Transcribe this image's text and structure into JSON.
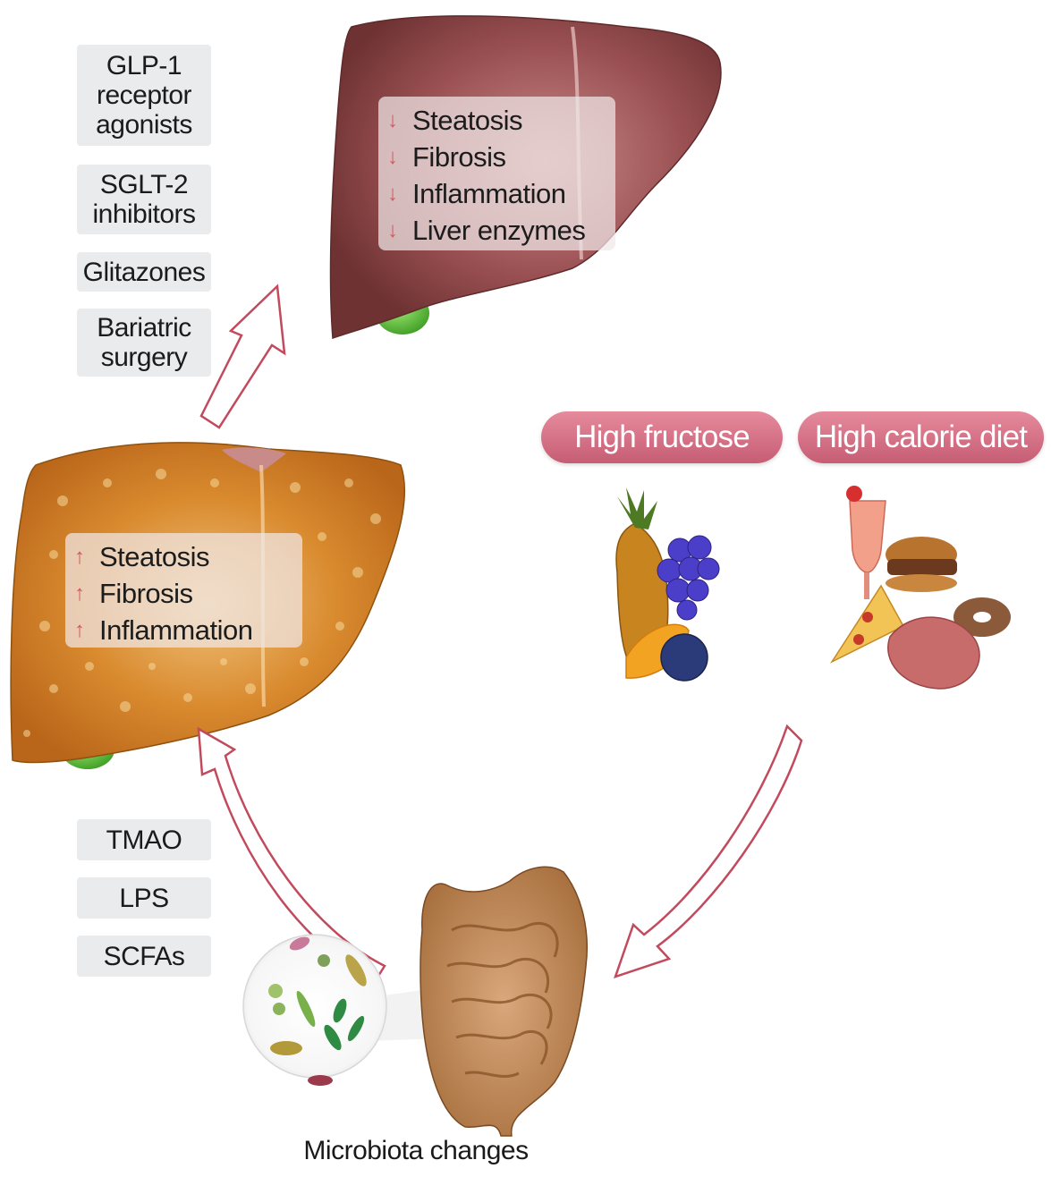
{
  "treatments": [
    {
      "lines": [
        "GLP-1",
        "receptor",
        "agonists"
      ]
    },
    {
      "lines": [
        "SGLT-2",
        "inhibitors"
      ]
    },
    {
      "lines": [
        "Glitazones"
      ]
    },
    {
      "lines": [
        "Bariatric",
        "surgery"
      ]
    }
  ],
  "metabolites": [
    "TMAO",
    "LPS",
    "SCFAs"
  ],
  "healthy_liver_effects": [
    "Steatosis",
    "Fibrosis",
    "Inflammation",
    "Liver enzymes"
  ],
  "fatty_liver_effects": [
    "Steatosis",
    "Fibrosis",
    "Inflammation"
  ],
  "diets": {
    "fructose_label": "High fructose",
    "calorie_label": "High calorie diet"
  },
  "gut_caption": "Microbiota changes",
  "colors": {
    "accent": "#c65d74",
    "arrow_outline": "#c24a5d",
    "healthy_liver": "#9a5052",
    "fatty_liver": "#d98a2e",
    "pill_bg": "#e9ebec",
    "gallbladder": "#5fc43a"
  }
}
